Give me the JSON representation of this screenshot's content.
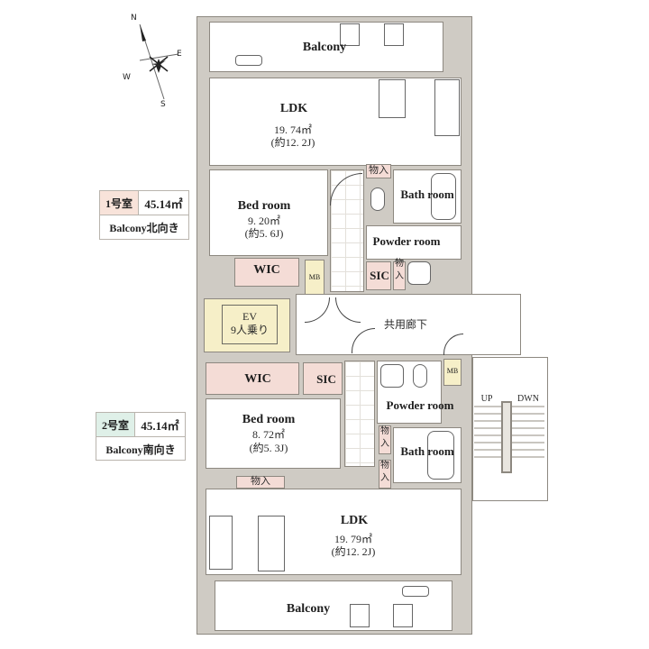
{
  "compass": {
    "north": "N",
    "east": "E",
    "south": "S",
    "west": "W"
  },
  "units": [
    {
      "id": "unit-1",
      "number": "1号室",
      "area": "45.14㎡",
      "balcony_orientation": "Balcony北向き",
      "accent_color": "#f8e3da"
    },
    {
      "id": "unit-2",
      "number": "2号室",
      "area": "45.14㎡",
      "balcony_orientation": "Balcony南向き",
      "accent_color": "#dff0e8"
    }
  ],
  "rooms": {
    "unit1": {
      "balcony": "Balcony",
      "ldk": {
        "label": "LDK",
        "area": "19. 74㎡",
        "jo": "(約12. 2J)"
      },
      "bedroom": {
        "label": "Bed room",
        "area": "9. 20㎡",
        "jo": "(約5. 6J)"
      },
      "wic": "WIC",
      "mb": "MB",
      "sic": "SIC",
      "storage_1": "物入",
      "storage_2": "物入",
      "bath": "Bath room",
      "powder": "Powder room"
    },
    "common": {
      "ev": "EV",
      "ev_capacity": "9人乗り",
      "corridor": "共用廊下",
      "stairs_up": "UP",
      "stairs_down": "DWN",
      "mb": "MB"
    },
    "unit2": {
      "wic": "WIC",
      "sic": "SIC",
      "bedroom": {
        "label": "Bed room",
        "area": "8. 72㎡",
        "jo": "(約5. 3J)"
      },
      "powder": "Powder room",
      "bath": "Bath room",
      "storage_1": "物入",
      "storage_2": "物入",
      "storage_3": "物入",
      "ldk": {
        "label": "LDK",
        "area": "19. 79㎡",
        "jo": "(約12. 2J)"
      },
      "balcony": "Balcony"
    }
  },
  "colors": {
    "wall": "#cfcbc4",
    "storage_pink": "#f4dcd6",
    "utility_yellow": "#f6efc8",
    "unit1_tag": "#f8e3da",
    "unit2_tag": "#dff0e8"
  }
}
